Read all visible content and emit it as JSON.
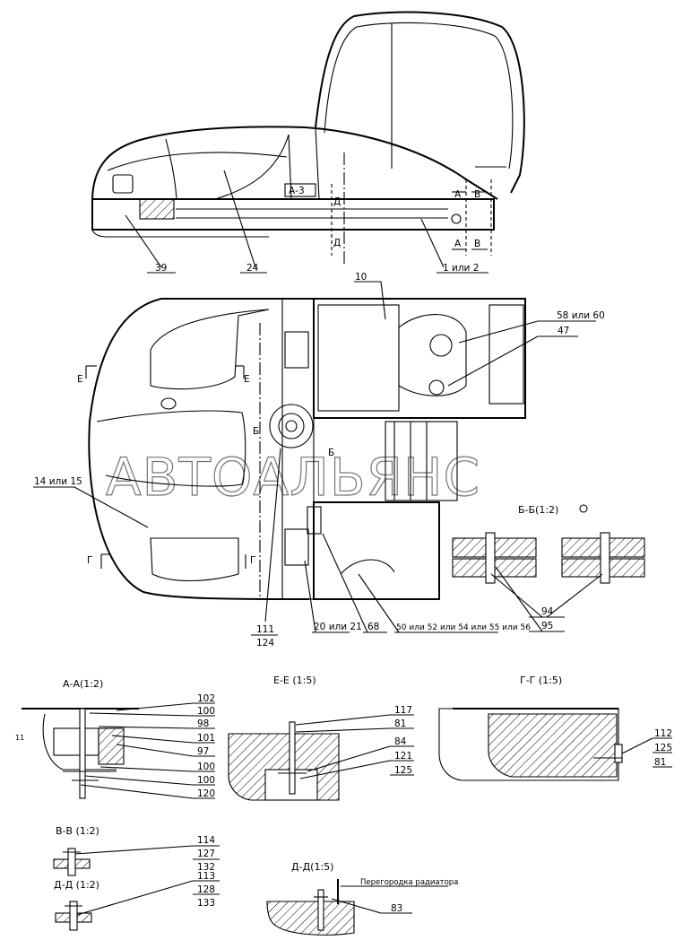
{
  "watermark": "АВТОАЛЬЯНС",
  "side_view": {
    "callouts": [
      "39",
      "24",
      "1 или 2"
    ],
    "view_marks": [
      "А",
      "В",
      "Д",
      "А",
      "В",
      "Д"
    ],
    "plate_label": "А-3"
  },
  "top_view": {
    "callouts": [
      "10",
      "58 или 60",
      "47",
      "14 или 15",
      "111",
      "124",
      "20 или 21",
      "68",
      "50 или 52 или 54 или 55 или 56"
    ],
    "section_marks": [
      "Е",
      "Е",
      "Б",
      "Б",
      "Г",
      "Г"
    ]
  },
  "section_bb": {
    "title": "Б-Б(1:2)",
    "callouts": [
      "94",
      "95"
    ]
  },
  "section_aa": {
    "title": "А-А(1:2)",
    "callouts": [
      "102",
      "100",
      "98",
      "101",
      "97",
      "100",
      "100",
      "120"
    ],
    "dim": "11"
  },
  "section_ee": {
    "title": "Е-Е (1:5)",
    "callouts": [
      "117",
      "81",
      "84",
      "121",
      "125"
    ]
  },
  "section_gg": {
    "title": "Г-Г (1:5)",
    "callouts": [
      "112",
      "125",
      "81"
    ]
  },
  "section_vv": {
    "title": "В-В (1:2)",
    "callouts": [
      "114",
      "127",
      "132"
    ]
  },
  "section_dd_small": {
    "title": "Д-Д (1:2)",
    "callouts": [
      "113",
      "128",
      "133"
    ]
  },
  "section_dd": {
    "title": "Д-Д(1:5)",
    "note": "Перегородка радиатора",
    "callouts": [
      "83"
    ]
  }
}
